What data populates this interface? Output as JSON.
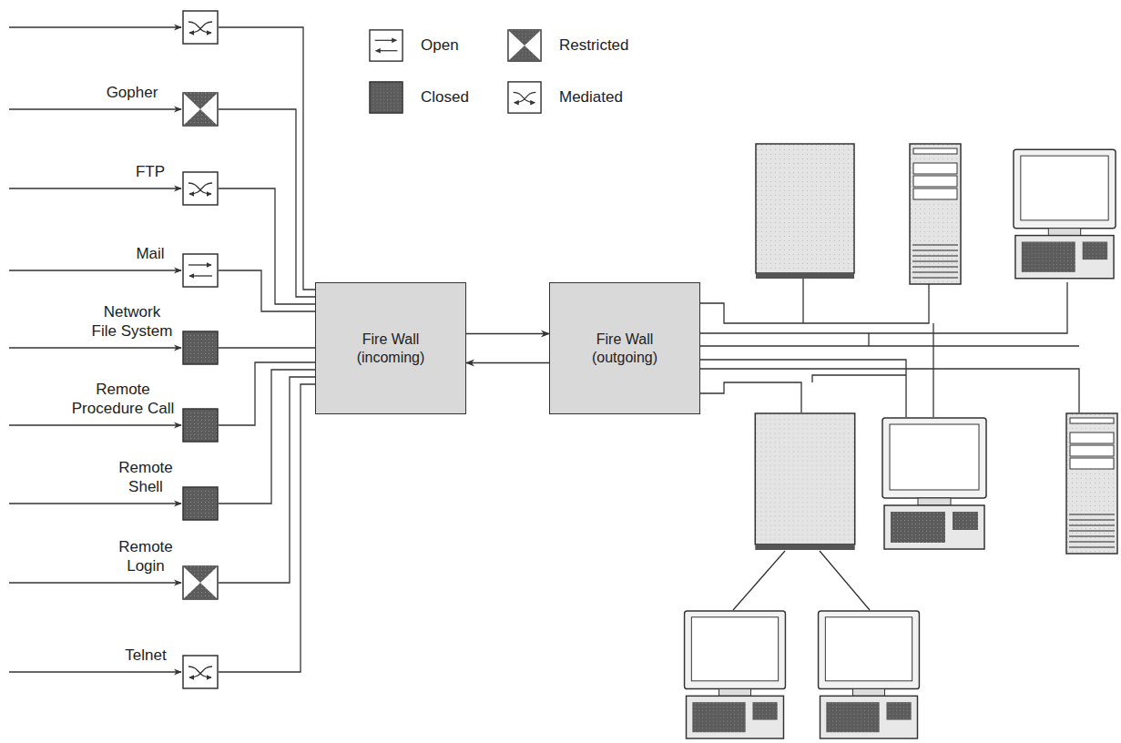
{
  "diagram": {
    "nodes": [
      {
        "text": [
          "Fire Wall (incoming)"
        ]
      },
      {
        "text": [
          "Fire Wall (outgoing)"
        ]
      }
    ],
    "edges": [
      {
        "from": 0,
        "to": 1,
        "arrow": "to"
      },
      {
        "from": 1,
        "to": 0,
        "arrow": "to"
      }
    ],
    "labels": [
      "Gopher",
      "FTP",
      "Mail",
      "Network File System",
      "Remote Procedure Call",
      "Remote Shell",
      "Remote Login",
      "Telnet"
    ],
    "legend": [
      {
        "text": "Open"
      },
      {
        "text": "Closed"
      },
      {
        "text": "Restricted"
      },
      {
        "text": "Mediated"
      }
    ]
  }
}
